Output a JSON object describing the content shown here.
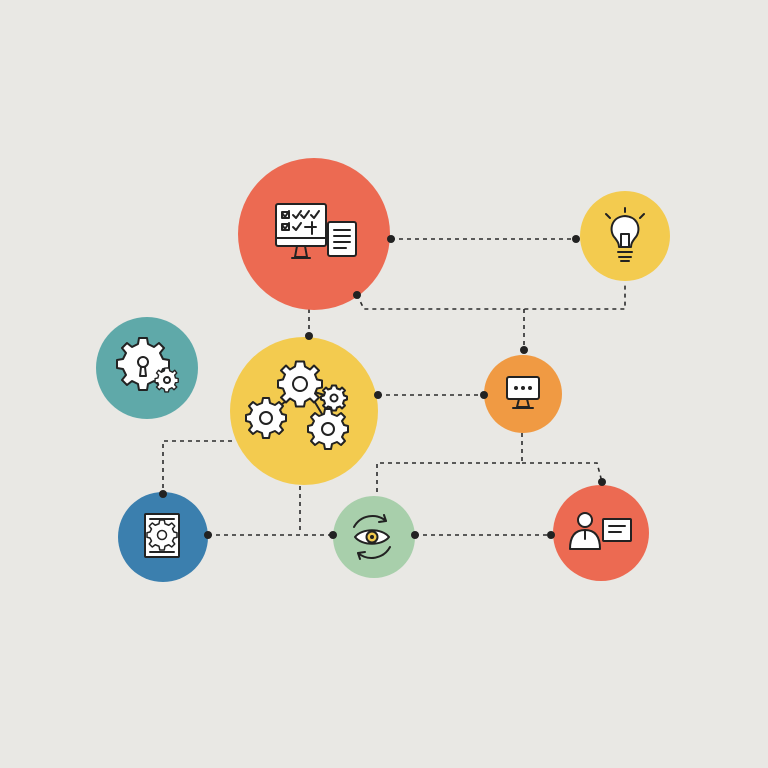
{
  "colors": {
    "background": "#e9e8e4",
    "coral": "#ec6a52",
    "yellow": "#f3cb4f",
    "teal": "#5fa9a9",
    "blue": "#3b7fae",
    "sage": "#a8cfab",
    "orange": "#f09a43",
    "line": "#2b2b2b"
  },
  "nodes": [
    {
      "id": "monitor-checklist",
      "color": "coral",
      "icon": "monitor-checklist-icon"
    },
    {
      "id": "lightbulb",
      "color": "yellow",
      "icon": "lightbulb-icon"
    },
    {
      "id": "gear-key",
      "color": "teal",
      "icon": "gear-keyhole-icon"
    },
    {
      "id": "gears-network",
      "color": "yellow",
      "icon": "gears-network-icon"
    },
    {
      "id": "laptop",
      "color": "orange",
      "icon": "laptop-icon"
    },
    {
      "id": "document-gear",
      "color": "blue",
      "icon": "document-gear-icon"
    },
    {
      "id": "eye-cycle",
      "color": "sage",
      "icon": "eye-cycle-icon"
    },
    {
      "id": "presenter",
      "color": "coral",
      "icon": "presenter-board-icon"
    }
  ],
  "connections": [
    [
      "monitor-checklist",
      "lightbulb"
    ],
    [
      "monitor-checklist",
      "laptop"
    ],
    [
      "lightbulb",
      "laptop"
    ],
    [
      "monitor-checklist",
      "gears-network"
    ],
    [
      "gears-network",
      "laptop"
    ],
    [
      "gears-network",
      "document-gear"
    ],
    [
      "gears-network",
      "eye-cycle"
    ],
    [
      "document-gear",
      "eye-cycle"
    ],
    [
      "eye-cycle",
      "presenter"
    ],
    [
      "laptop",
      "presenter"
    ]
  ]
}
